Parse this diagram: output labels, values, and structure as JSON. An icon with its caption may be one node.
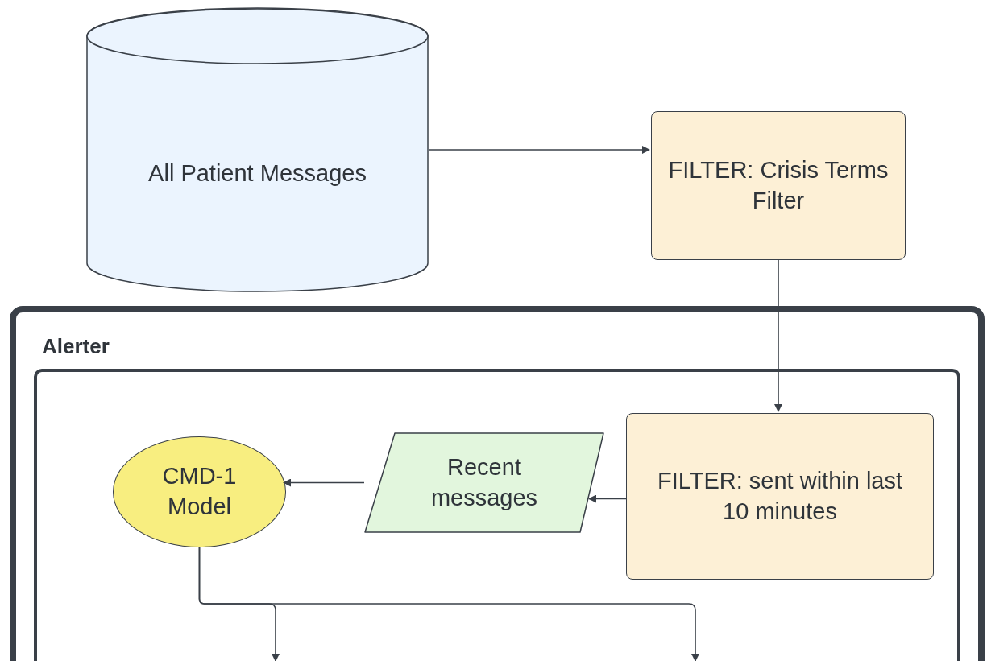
{
  "diagram": {
    "nodes": [
      {
        "text": [
          "All Patient Messages"
        ]
      },
      {
        "text": [
          "FILTER: Crisis Terms Filter"
        ]
      },
      {
        "text": [
          "Alerter"
        ]
      },
      {
        "text": [],
        "shape": "box",
        "in": 2
      },
      {
        "text": [
          "FILTER: sent within last 10 minutes"
        ],
        "in": 3
      },
      {
        "text": [
          "Recent messages"
        ],
        "in": 3
      },
      {
        "text": [
          "CMD-1 Model"
        ],
        "in": 3
      }
    ],
    "edges": [
      {
        "from": 0,
        "to": 1,
        "arrow": "to"
      },
      {
        "from": 1,
        "to": 4,
        "arrow": "to"
      },
      {
        "from": 4,
        "to": 5,
        "arrow": "to"
      },
      {
        "from": 5,
        "to": 6,
        "arrow": "to"
      },
      {
        "from": 6,
        "to": null,
        "arrow": "to"
      },
      {
        "from": 6,
        "to": null,
        "arrow": "to"
      }
    ]
  }
}
